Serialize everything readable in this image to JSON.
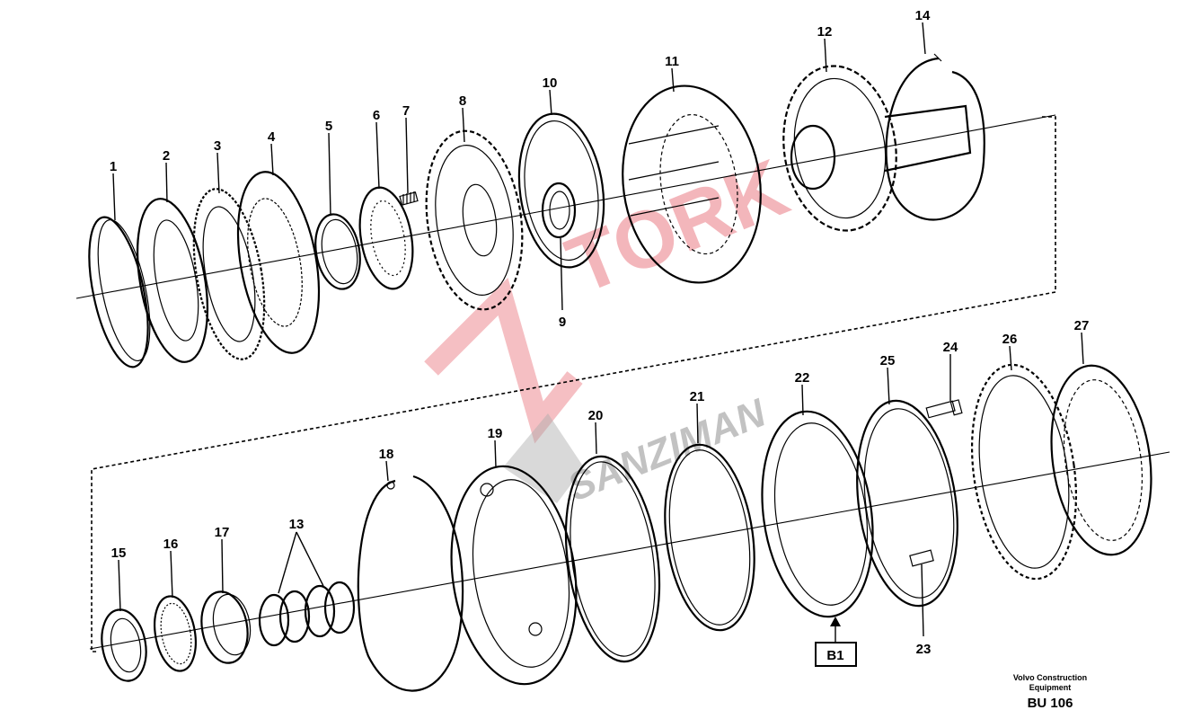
{
  "callouts": {
    "p1": "1",
    "p2": "2",
    "p3": "3",
    "p4": "4",
    "p5": "5",
    "p6": "6",
    "p7": "7",
    "p8": "8",
    "p9": "9",
    "p10": "10",
    "p11": "11",
    "p12": "12",
    "p13": "13",
    "p14": "14",
    "p15": "15",
    "p16": "16",
    "p17": "17",
    "p18": "18",
    "p19": "19",
    "p20": "20",
    "p21": "21",
    "p22": "22",
    "p23": "23",
    "p24": "24",
    "p25": "25",
    "p26": "26",
    "p27": "27"
  },
  "reference_box": "B1",
  "watermark": {
    "line1": "TORK",
    "line2": "SANZIMAN"
  },
  "footer": {
    "company_line1": "Volvo Construction",
    "company_line2": "Equipment",
    "code": "BU 106"
  }
}
